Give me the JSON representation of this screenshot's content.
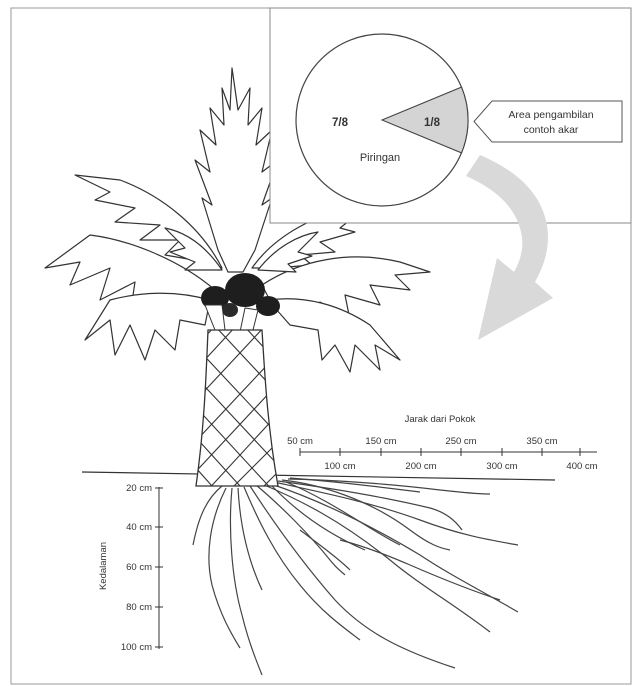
{
  "inset": {
    "fraction_large": "7/8",
    "fraction_small": "1/8",
    "circle_label": "Piringan",
    "callout_line1": "Area pengambilan",
    "callout_line2": "contoh akar"
  },
  "distance_axis": {
    "title": "Jarak dari Pokok",
    "upper_ticks": [
      "50 cm",
      "150 cm",
      "250 cm",
      "350 cm"
    ],
    "lower_ticks": [
      "100 cm",
      "200 cm",
      "300 cm",
      "400 cm"
    ]
  },
  "depth_axis": {
    "title": "Kedalaman",
    "ticks": [
      "20 cm",
      "40 cm",
      "60 cm",
      "80 cm",
      "100 cm"
    ]
  },
  "colors": {
    "line": "#333333",
    "sector_fill": "#d4d4d4",
    "arrow_fill": "#d9d9d9",
    "fruit": "#1e1e1e"
  }
}
